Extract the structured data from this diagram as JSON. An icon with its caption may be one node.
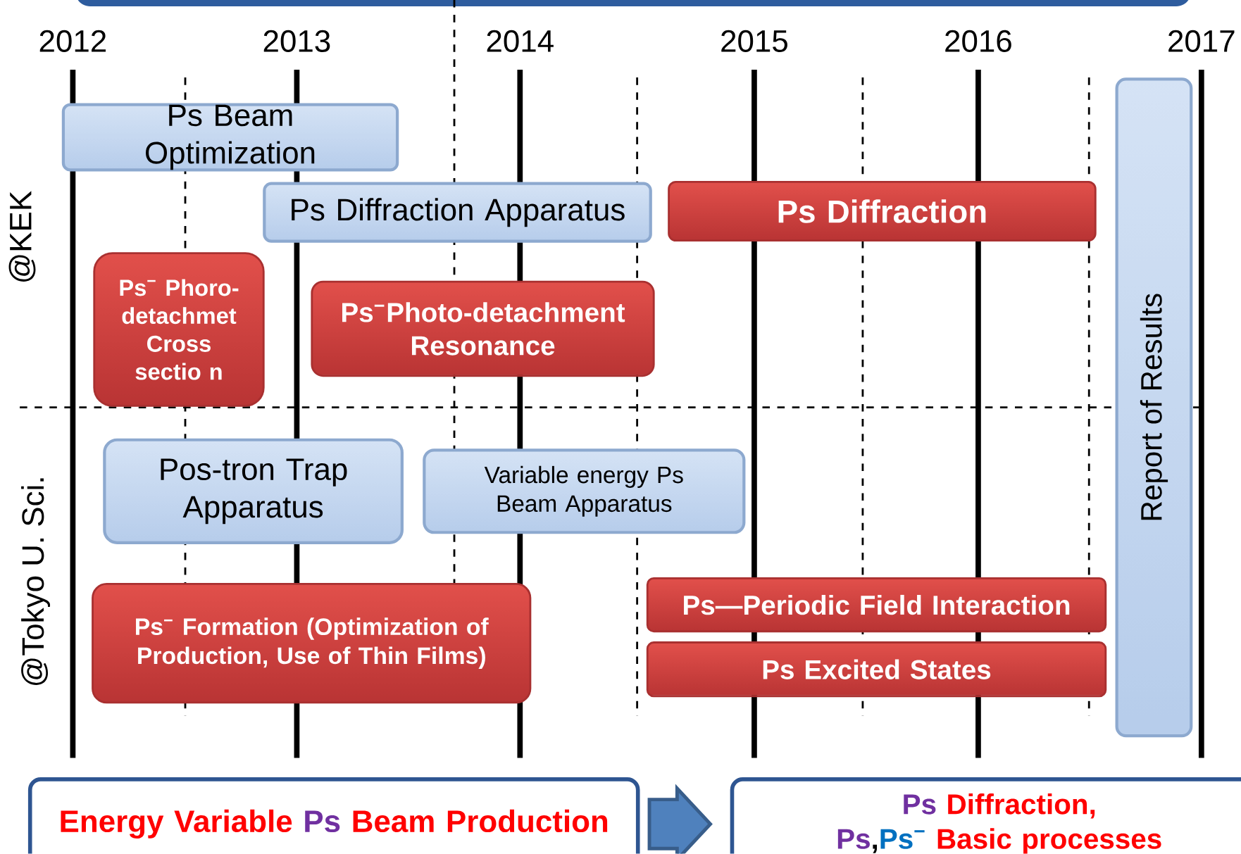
{
  "diagram": {
    "nodes": [
      {
        "text": [
          "Ps Beam Optimization"
        ]
      },
      {
        "text": [
          "Ps Diffraction Apparatus"
        ]
      },
      {
        "text": [
          "Ps Diffraction"
        ]
      },
      {
        "text": [
          "Ps$^{−}$ Phoro-detachmet Cross sectio n"
        ]
      },
      {
        "text": [
          "Ps$^{−}$Photo-detachment Resonance"
        ]
      },
      {
        "text": [
          "Pos-tron Trap Apparatus"
        ]
      },
      {
        "text": [
          "Variable energy Ps Beam Apparatus"
        ]
      },
      {
        "text": [
          "Ps$^{−}$ Formation (Optimization of Production, Use of Thin Films)"
        ]
      },
      {
        "text": [
          "Ps—Periodic Field Interaction"
        ]
      },
      {
        "text": [
          "Ps Excited States"
        ]
      },
      {
        "text": [
          "Report of Results"
        ]
      },
      {
        "text": [
          "Energy Variable",
          "Ps",
          "Beam Production"
        ]
      },
      {
        "text": [
          "Ps",
          "Diffraction,",
          "Ps",
          ",",
          "Ps$^{−}$",
          "Basic processes"
        ]
      }
    ],
    "edges": [
      {
        "from": 11,
        "to": 12,
        "arrow": "to"
      }
    ],
    "labels": [
      "2012",
      "2013",
      "2014",
      "2015",
      "2016",
      "2017",
      "@KEK",
      "@Tokyo U. Sci."
    ]
  }
}
